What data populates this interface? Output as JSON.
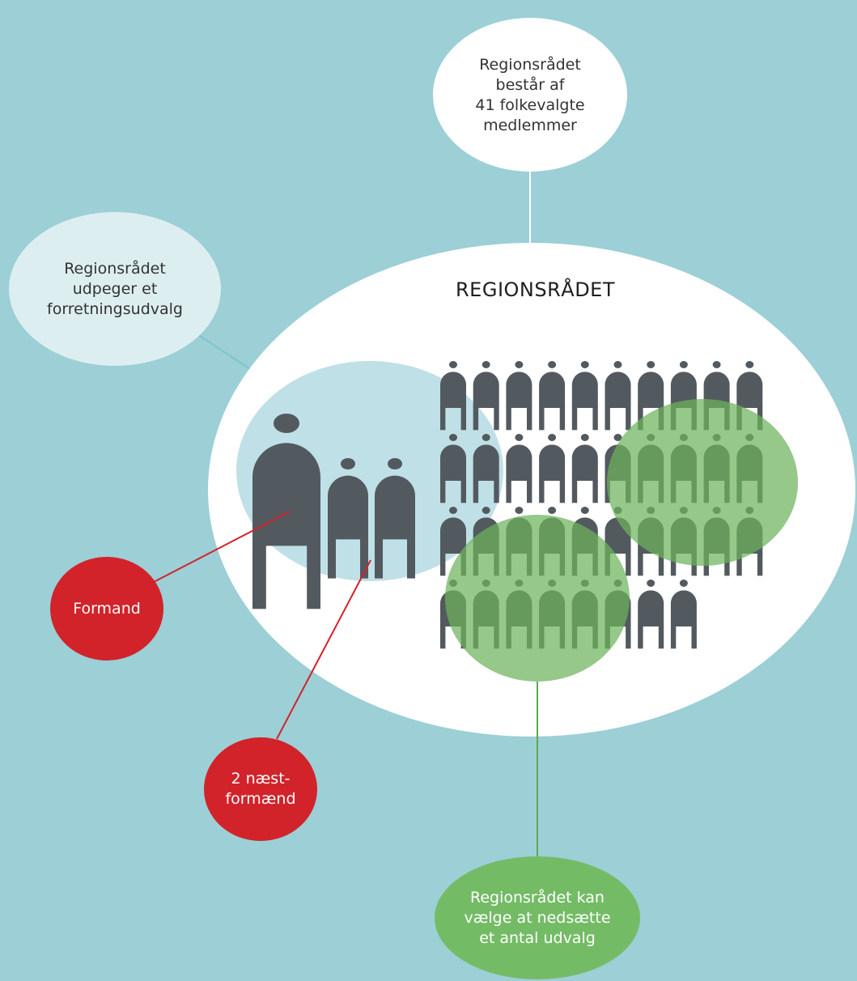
{
  "title": "REGIONSRÅDET",
  "bubbles": {
    "members": {
      "text": "Regionsrådet\nbestår af\n41 folkevalgte\nmedlemmer"
    },
    "executive_committee": {
      "text": "Regionsrådet\nudpeger et\nforretningsudvalg"
    },
    "chairman": {
      "text": "Formand"
    },
    "vice_chairmen": {
      "text": "2 næst-\nformænd"
    },
    "committees": {
      "text": "Regionsrådet kan\nvælge at nedsætte\net antal udvalg"
    }
  },
  "counts": {
    "leaders": 3,
    "other_members": 38,
    "total_members": 41
  },
  "colors": {
    "background": "#9ccfd6",
    "council_ellipse": "#ffffff",
    "executive_committee_fill": "#bfe0e6",
    "executive_committee_bubble": "#ddeef1",
    "committees_fill": "#7bbd6e",
    "committees_bubble": "#74bb66",
    "leader_red": "#d2232a",
    "figure": "#535a5f",
    "text_dark": "#333333",
    "text_light": "#ffffff"
  }
}
